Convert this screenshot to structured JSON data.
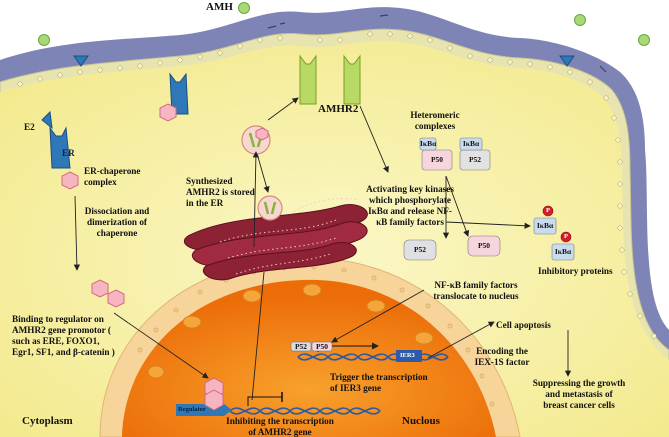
{
  "labels": {
    "amh": "AMH",
    "amhr2": "AMHR2",
    "e2": "E2",
    "er": "ER",
    "er_chaperone": "ER-chaperone\ncomplex",
    "dissociation": "Dissociation and\ndimerization of\nchaperone",
    "binding": "Binding to regulator on\nAMHR2 gene promotor (\nsuch as ERE, FOXO1,\nEgr1, SF1, and β-catenin )",
    "synthesized": "Synthesized\nAMHR2 is   stored\nin the ER",
    "heteromeric": "Heteromeric\ncomplexes",
    "activating": "Activating key kinases\nwhich phosphorylate\nIκBα and release NF-\nκB family factors",
    "inhibitory": "Inhibitory proteins",
    "nfkb": "NF-κB family factors\ntranslocate to nucleus",
    "cell_apoptosis": "Cell apoptosis",
    "encoding": "Encoding the\nIEX-1S factor",
    "suppressing": "Suppressing the growth\nand metastasis of\nbreast cancer cells",
    "trigger": "Trigger the transcription\nof IER3 gene",
    "inhibiting": "Inhibiting the transcription\nof AMHR2 gene",
    "cytoplasm": "Cytoplasm",
    "nucleus": "Nuclous",
    "regulator": "Regulator",
    "ier3": "IER3",
    "p50": "P50",
    "p52": "P52",
    "ikba": "IκBα",
    "p": "P"
  },
  "colors": {
    "cell_outer": "#7e85b6",
    "cell_inner": "#f7f2b0",
    "nucleus_outer": "#f7d49a",
    "nucleus_inner": "#f07d0c",
    "receptor_green": "#b8d964",
    "receptor_blue": "#2e78b8",
    "er_red": "#8c2234",
    "ligand_green": "#a8d878"
  }
}
